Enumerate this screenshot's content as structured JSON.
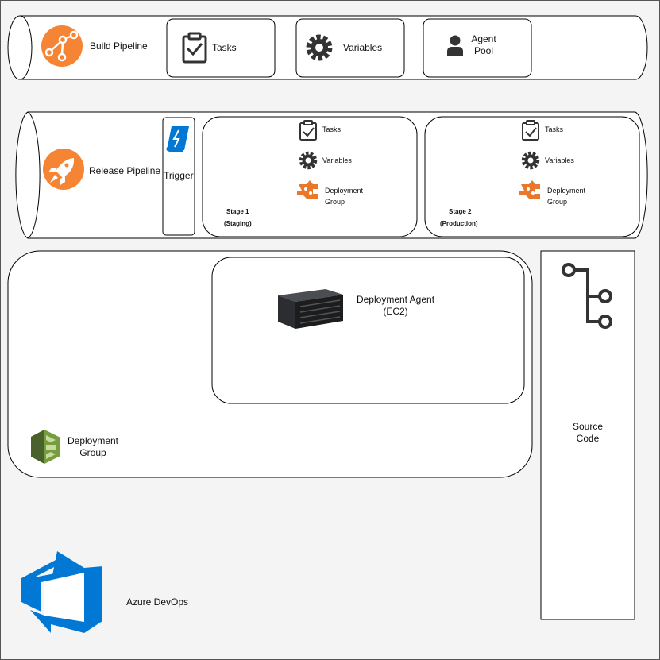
{
  "colors": {
    "orange": "#f58534",
    "azure_blue": "#0078d4",
    "aws_green": "#759c3e",
    "stroke": "#000000",
    "background": "#f4f4f4"
  },
  "build_pipeline": {
    "label": "Build Pipeline",
    "icon": "build-pipeline-icon",
    "items": [
      {
        "label": "Tasks",
        "icon": "clipboard-check-icon"
      },
      {
        "label": "Variables",
        "icon": "gear-icon"
      },
      {
        "label_lines": [
          "Agent",
          "Pool"
        ],
        "icon": "user-icon"
      }
    ]
  },
  "release_pipeline": {
    "label": "Release Pipeline",
    "icon": "rocket-icon",
    "trigger": {
      "label": "Trigger",
      "icon": "trigger-scroll-icon"
    },
    "stages": [
      {
        "title": "Stage 1",
        "subtitle": "(Staging)",
        "items": {
          "tasks": "Tasks",
          "variables": "Variables",
          "deployment_group": [
            "Deployment",
            "Group"
          ]
        }
      },
      {
        "title": "Stage 2",
        "subtitle": "(Production)",
        "items": {
          "tasks": "Tasks",
          "variables": "Variables",
          "deployment_group": [
            "Deployment",
            "Group"
          ]
        }
      }
    ]
  },
  "deployment_group": {
    "label_lines": [
      "Deployment",
      "Group"
    ],
    "icon": "aws-codedeploy-icon",
    "agent": {
      "label_lines": [
        "Deployment Agent",
        "(EC2)"
      ],
      "icon": "server-icon"
    }
  },
  "source_code": {
    "label_lines": [
      "Source",
      "Code"
    ],
    "icon": "git-branch-icon"
  },
  "azure_devops": {
    "label": "Azure DevOps",
    "icon": "azure-devops-icon"
  }
}
